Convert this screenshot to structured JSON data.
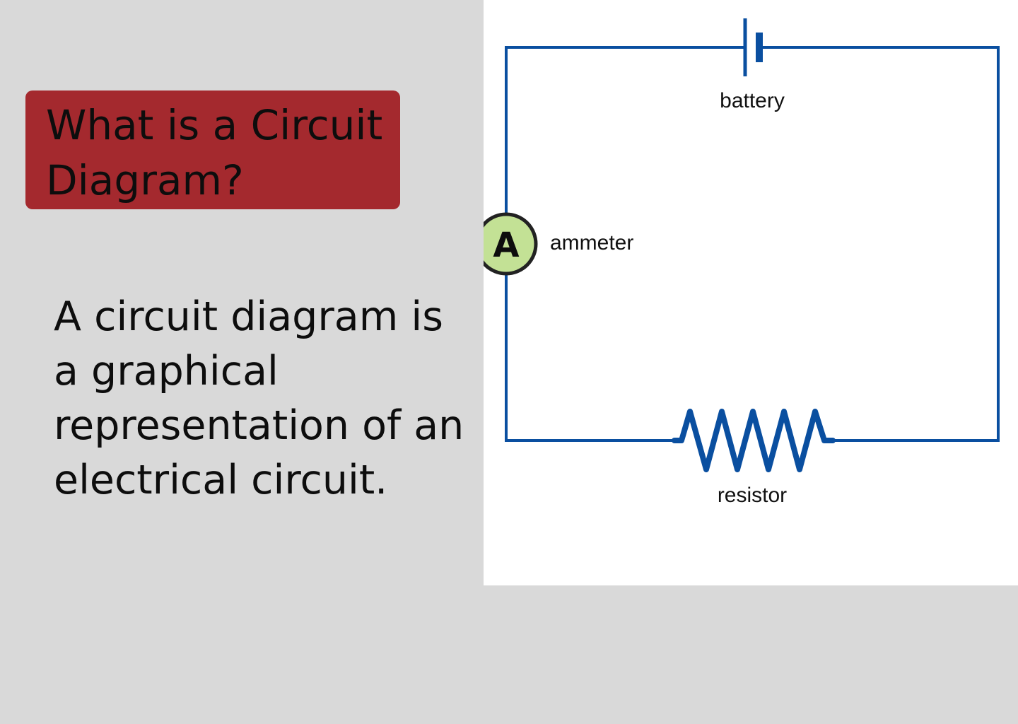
{
  "title": "What is a Circuit\nDiagram?",
  "description": "A circuit diagram is a graphical representation of an electrical circuit.",
  "diagram": {
    "components": [
      {
        "id": "battery",
        "label": "battery",
        "icon": "battery-symbol-icon"
      },
      {
        "id": "ammeter",
        "label": "ammeter",
        "symbol": "A",
        "icon": "ammeter-symbol-icon"
      },
      {
        "id": "resistor",
        "label": "resistor",
        "icon": "resistor-symbol-icon"
      }
    ],
    "colors": {
      "wire": "#0a4fa0",
      "ammeter_fill": "#c3e195",
      "ammeter_stroke": "#222222",
      "title_bg": "#a4292e",
      "page_bg": "#d9d9d9",
      "panel_bg": "#ffffff"
    }
  }
}
